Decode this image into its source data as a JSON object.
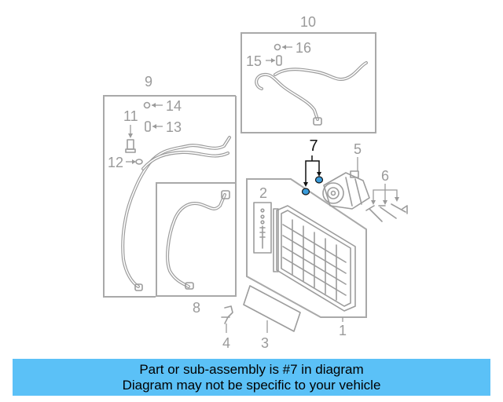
{
  "diagram": {
    "callouts": {
      "c1": "1",
      "c2": "2",
      "c3": "3",
      "c4": "4",
      "c5": "5",
      "c6": "6",
      "c7": "7",
      "c8": "8",
      "c9": "9",
      "c10": "10",
      "c11": "11",
      "c12": "12",
      "c13": "13",
      "c14": "14",
      "c15": "15",
      "c16": "16"
    },
    "highlighted_part": "7",
    "colors": {
      "line": "#9c9c9c",
      "highlight": "#111111",
      "highlight_fill": "#3a9bd9",
      "banner": "#5bc1f7"
    }
  },
  "banner": {
    "line1": "Part or sub-assembly is #7 in diagram",
    "line2": "Diagram may not be specific to your vehicle"
  }
}
